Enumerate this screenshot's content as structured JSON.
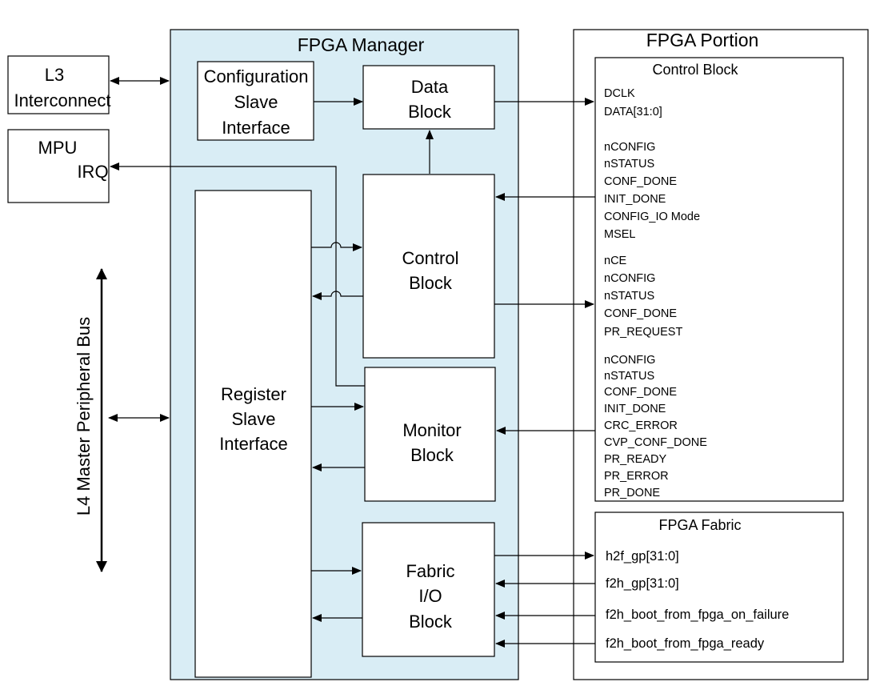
{
  "fpga_manager": {
    "title": "FPGA Manager",
    "config_slave": [
      "Configuration",
      "Slave",
      "Interface"
    ],
    "data_block": [
      "Data",
      "Block"
    ],
    "control_block": [
      "Control",
      "Block"
    ],
    "register_slave": [
      "Register",
      "Slave",
      "Interface"
    ],
    "monitor_block": [
      "Monitor",
      "Block"
    ],
    "fabric_io_block": [
      "Fabric",
      "I/O",
      "Block"
    ]
  },
  "external": {
    "l3": [
      "L3",
      "Interconnect"
    ],
    "mpu": [
      "MPU",
      "IRQ"
    ],
    "l4_bus": "L4 Master Peripheral Bus"
  },
  "fpga_portion": {
    "title": "FPGA Portion",
    "control_block": {
      "title": "Control Block",
      "group1": [
        "DCLK",
        "DATA[31:0]"
      ],
      "group2": [
        "nCONFIG",
        "nSTATUS",
        "CONF_DONE",
        "INIT_DONE",
        "CONFIG_IO Mode",
        "MSEL"
      ],
      "group3": [
        "nCE",
        "nCONFIG",
        "nSTATUS",
        "CONF_DONE",
        "PR_REQUEST"
      ],
      "group4": [
        "nCONFIG",
        "nSTATUS",
        "CONF_DONE",
        "INIT_DONE",
        "CRC_ERROR",
        "CVP_CONF_DONE",
        "PR_READY",
        "PR_ERROR",
        "PR_DONE"
      ]
    },
    "fpga_fabric": {
      "title": "FPGA Fabric",
      "signals": [
        "h2f_gp[31:0]",
        "f2h_gp[31:0]",
        "f2h_boot_from_fpga_on_failure",
        "f2h_boot_from_fpga_ready"
      ]
    }
  }
}
